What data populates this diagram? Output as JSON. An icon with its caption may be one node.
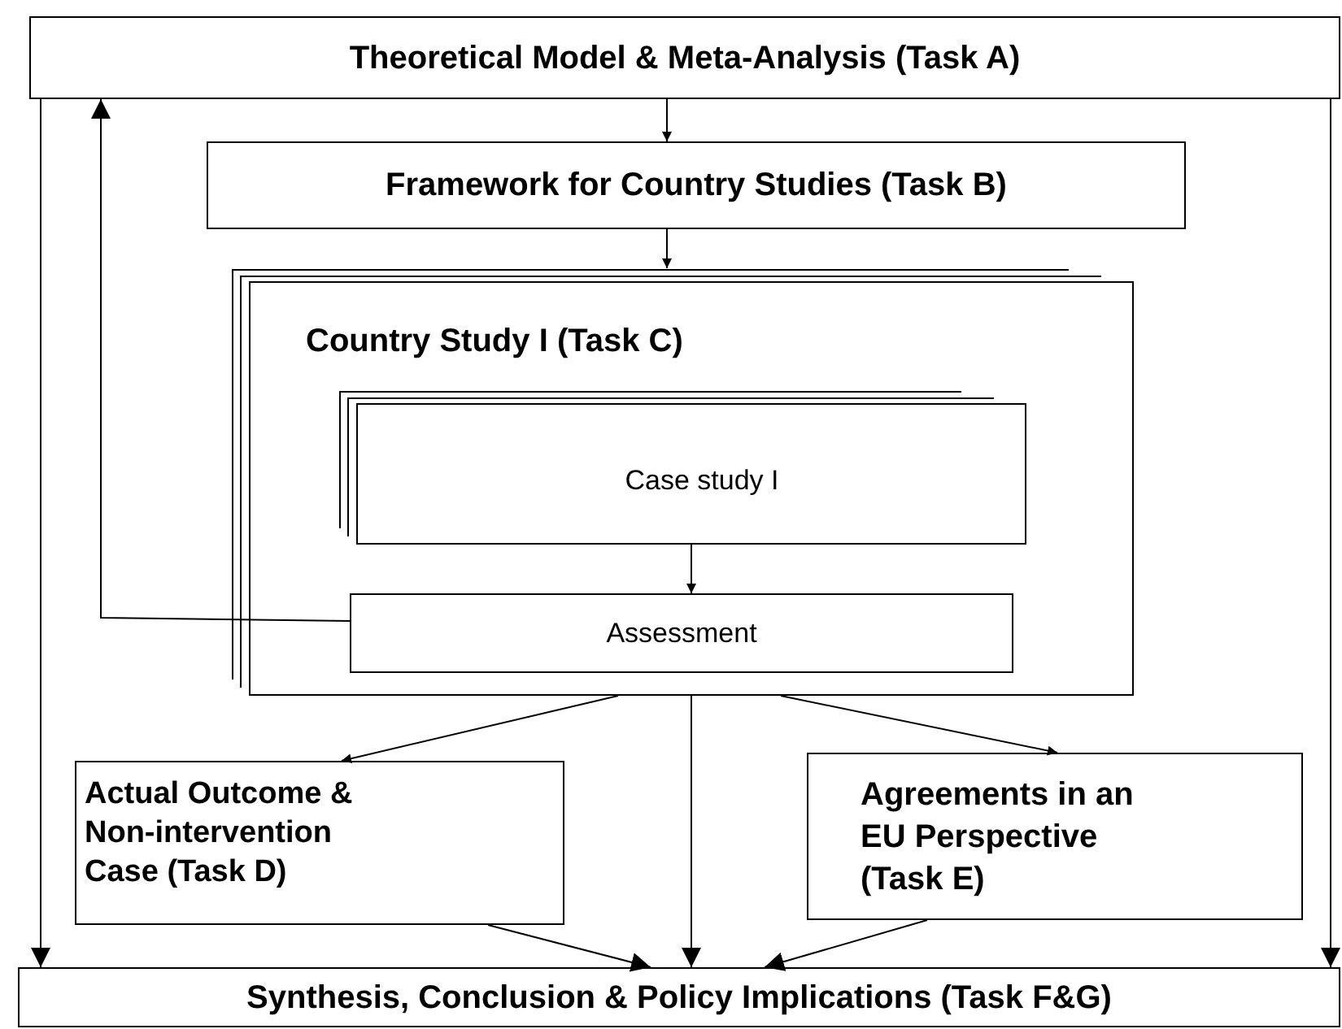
{
  "diagram": {
    "nodes": [
      {
        "text": [
          "Theoretical Model & Meta-Analysis (Task A)"
        ]
      },
      {
        "text": [
          "Framework for Country Studies (Task B)"
        ]
      },
      {
        "text": [
          "Country Study I (Task C)"
        ]
      },
      {
        "text": [
          "Case study I"
        ],
        "in": 2
      },
      {
        "text": [
          "Assessment"
        ],
        "in": 2
      },
      {
        "text": [
          "Actual Outcome & Non-intervention Case (Task D)"
        ]
      },
      {
        "text": [
          "Agreements in an EU Perspective (Task E)"
        ]
      },
      {
        "text": [
          "Synthesis, Conclusion & Policy Implications (Task F&G)"
        ]
      }
    ],
    "edges": [
      {
        "from": 0,
        "to": 1,
        "arrow": "to"
      },
      {
        "from": 1,
        "to": 2,
        "arrow": "to"
      },
      {
        "from": 3,
        "to": 4,
        "arrow": "to"
      },
      {
        "from": 4,
        "to": 0,
        "arrow": "to"
      },
      {
        "from": 2,
        "to": 5,
        "arrow": "to"
      },
      {
        "from": 2,
        "to": 6,
        "arrow": "to"
      },
      {
        "from": 2,
        "to": 7,
        "arrow": "to"
      },
      {
        "from": 5,
        "to": 7,
        "arrow": "to"
      },
      {
        "from": 6,
        "to": 7,
        "arrow": "to"
      },
      {
        "from": 0,
        "to": 7,
        "arrow": "to"
      },
      {
        "from": 0,
        "to": 7,
        "arrow": "to"
      }
    ]
  }
}
